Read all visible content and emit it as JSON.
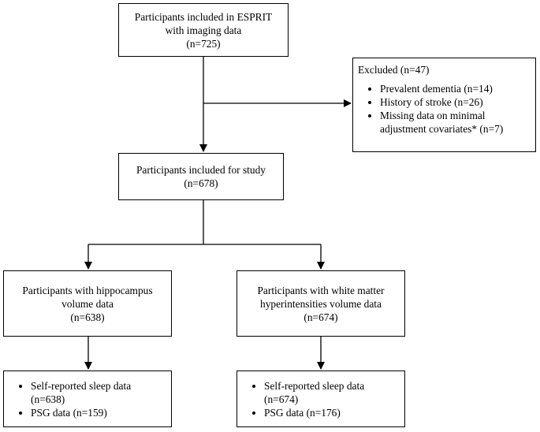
{
  "boxes": {
    "top": {
      "line1": "Participants included in ESPRIT",
      "line2": "with imaging data",
      "line3": "(n=725)"
    },
    "excluded": {
      "title": "Excluded (n=47)",
      "items": [
        "Prevalent dementia (n=14)",
        "History of stroke (n=26)",
        "Missing data on minimal adjustment covariates* (n=7)"
      ]
    },
    "study": {
      "line1": "Participants included for study",
      "line2": "(n=678)"
    },
    "hippocampus": {
      "line1": "Participants with hippocampus",
      "line2": "volume data",
      "line3": "(n=638)"
    },
    "wmh": {
      "line1": "Participants with white matter",
      "line2": "hyperintensities volume data",
      "line3": "(n=674)"
    },
    "hippocampus_sleep": {
      "items": [
        "Self-reported sleep data (n=638)",
        "PSG data (n=159)"
      ]
    },
    "wmh_sleep": {
      "items": [
        "Self-reported sleep data (n=674)",
        "PSG data (n=176)"
      ]
    }
  }
}
